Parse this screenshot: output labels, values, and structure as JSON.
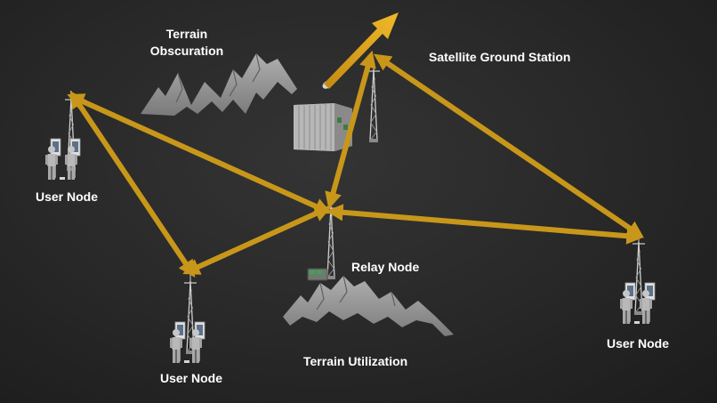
{
  "labels": {
    "terrain_obscuration_line1": "Terrain",
    "terrain_obscuration_line2": "Obscuration",
    "satellite_ground_station": "Satellite Ground Station",
    "user_node_left": "User Node",
    "relay_node": "Relay Node",
    "user_node_bottom": "User Node",
    "terrain_utilization": "Terrain Utilization",
    "user_node_right": "User Node"
  },
  "colors": {
    "background": "#262626",
    "link": "#c8971a",
    "uplink_arrow": "#e3a920",
    "text": "#ffffff",
    "mountain": "#9a9a9a",
    "equipment": "#b5b5b5"
  },
  "icons": {
    "tower": "lattice-tower-icon",
    "person": "soldier-figure-icon",
    "container": "shipping-container-icon",
    "radio": "radio-unit-icon",
    "mountains": "mountain-range-icon"
  }
}
